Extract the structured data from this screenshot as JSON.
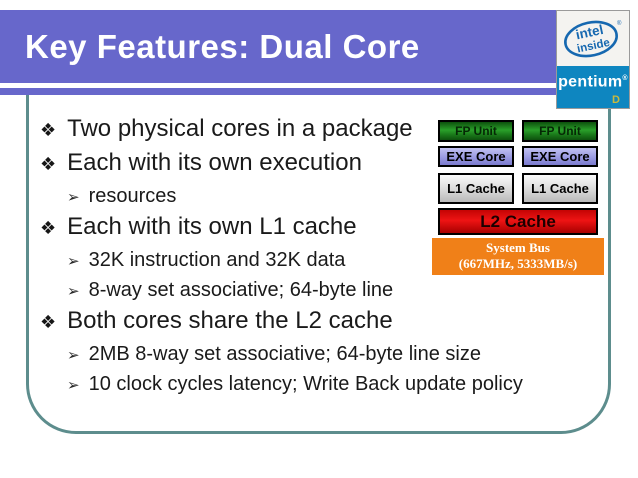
{
  "slide": {
    "title": "Key Features: Dual Core"
  },
  "logo": {
    "intel_word": "intel",
    "inside_word": "inside",
    "oval_trademark": "®",
    "pentium": "pentium",
    "pentium_trademark": "®",
    "series": "D"
  },
  "bullets": {
    "marker_level1": "❖",
    "marker_level2": "➢",
    "items": [
      {
        "level": 1,
        "text": "Two physical cores in a package"
      },
      {
        "level": 1,
        "text": "Each with its own execution"
      },
      {
        "level": 2,
        "text": "resources"
      },
      {
        "level": 1,
        "text": "Each with its own L1 cache"
      },
      {
        "level": 2,
        "text": "32K instruction and 32K data"
      },
      {
        "level": 2,
        "text": "8-way set associative; 64-byte line"
      },
      {
        "level": 1,
        "text": "Both cores share the L2 cache"
      },
      {
        "level": 2,
        "text": "2MB 8-way set associative; 64-byte line size"
      },
      {
        "level": 2,
        "text": "10 clock cycles latency; Write Back update policy"
      }
    ]
  },
  "diagram": {
    "cores": [
      {
        "fp": "FP Unit",
        "exe": "EXE Core",
        "l1": "L1 Cache"
      },
      {
        "fp": "FP Unit",
        "exe": "EXE Core",
        "l1": "L1 Cache"
      }
    ],
    "l2": "L2 Cache",
    "system_bus_line1": "System Bus",
    "system_bus_line2": "(667MHz, 5333MB/s)"
  },
  "colors": {
    "banner": "#6767cb",
    "border": "#5d8d8d",
    "fp_unit_green": "#1e8c1e",
    "exe_core_purple": "#9a9ae2",
    "l1_cache_silver": "#d9d9d9",
    "l2_cache_red": "#dd0f0f",
    "system_bus": "#f08018",
    "pentium_blue": "#0e86c0",
    "series_gold": "#c9b93c",
    "intel_blue": "#1668b0"
  }
}
